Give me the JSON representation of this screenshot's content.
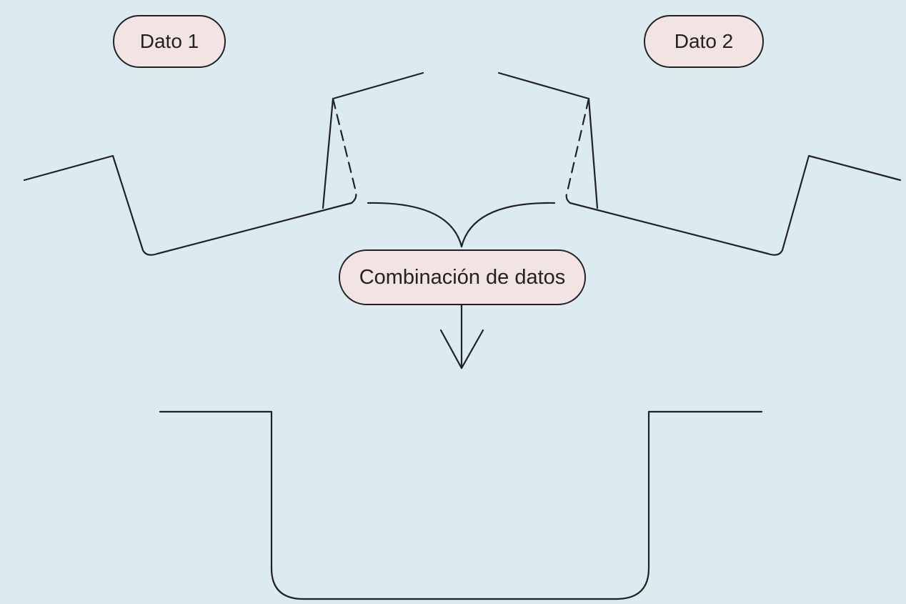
{
  "labels": {
    "data1": "Dato 1",
    "data2": "Dato 2",
    "combination": "Combinación de datos"
  },
  "colors": {
    "background": "#dceaf2",
    "pill_fill": "#f2e4e2",
    "stroke": "#222222"
  }
}
